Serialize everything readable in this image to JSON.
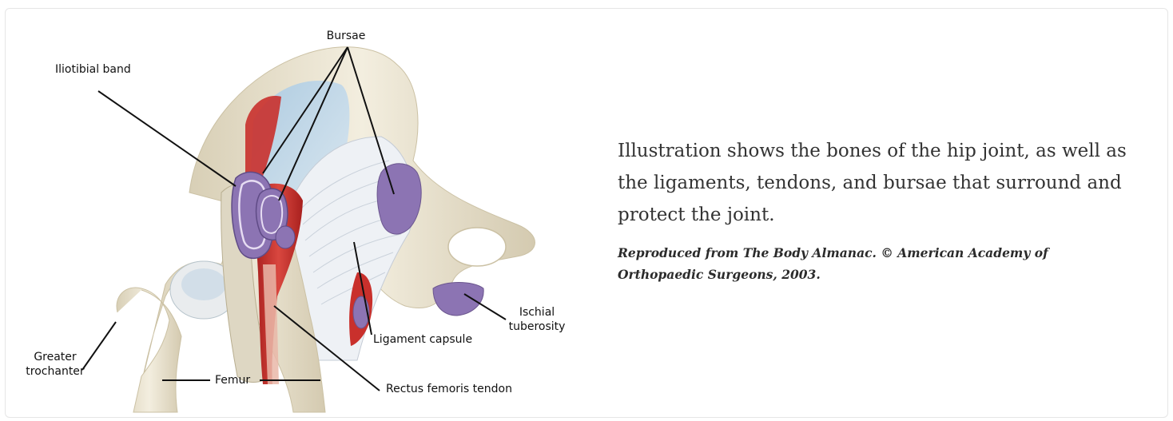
{
  "illustration": {
    "labels": {
      "bursae": "Bursae",
      "iliotibial_band": "Iliotibial band",
      "greater_trochanter_line1": "Greater",
      "greater_trochanter_line2": "trochanter",
      "femur": "Femur",
      "rectus_femoris_tendon": "Rectus femoris tendon",
      "ligament_capsule": "Ligament capsule",
      "ischial_tuberosity_line1": "Ischial",
      "ischial_tuberosity_line2": "tuberosity"
    },
    "colors": {
      "bone": "#ece6d2",
      "bone_shadow": "#cfc6ab",
      "muscle": "#c9302c",
      "bursa": "#8c74b3",
      "capsule": "#f1f3f6",
      "band": "#bcd6e6"
    }
  },
  "caption": {
    "text": "Illustration shows the bones of the hip joint, as well as the ligaments, tendons, and bursae that surround and protect the joint.",
    "credit": "Reproduced from The Body Almanac. © American Academy of Orthopaedic Surgeons, 2003."
  }
}
